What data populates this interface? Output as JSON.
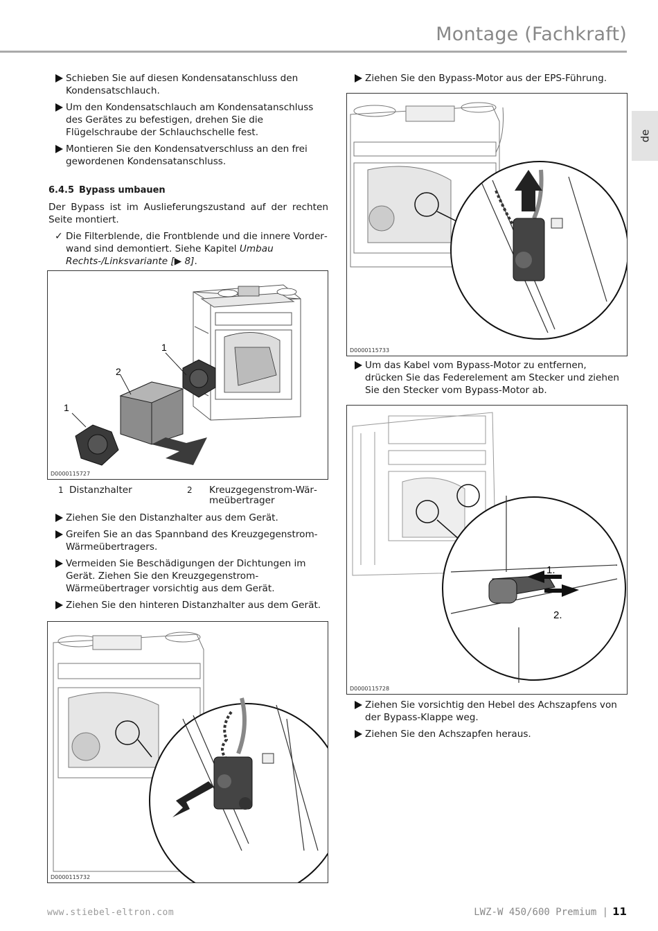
{
  "header": {
    "title": "Montage (Fachkraft)",
    "lang_tab": "de"
  },
  "left": {
    "steps_top": [
      "Schieben Sie auf diesen Kondensatanschluss den Konden­satschlauch.",
      "Um den Kondensatschlauch am Kondensatanschluss des Gerätes zu befestigen, drehen Sie die Flügelschraube der Schlauchschelle fest.",
      "Montieren Sie den Kondensatverschluss an den frei gewor­denen Kondensatanschluss."
    ],
    "section_number": "6.4.5",
    "section_title": "Bypass umbauen",
    "intro": "Der Bypass ist im Auslieferungszustand auf der rechten Seite montiert.",
    "check_text": "Die Filterblende, die Frontblende und die innere Vorder­wand sind demontiert. Siehe Kapitel ",
    "check_link": "Umbau Rechts-/Links­variante [",
    "check_page": " 8]",
    "check_end": ".",
    "figure1": {
      "id": "D0000115727",
      "callouts": [
        "1",
        "2",
        "1"
      ]
    },
    "legend": [
      {
        "num": "1",
        "label": "Distanzhalter"
      },
      {
        "num": "2",
        "label": "Kreuzgegenstrom-Wär­meübertrager"
      }
    ],
    "steps_mid": [
      "Ziehen Sie den Distanzhalter aus dem Gerät.",
      "Greifen Sie an das Spannband des Kreuzgegenstrom-Wär­meübertragers.",
      "Vermeiden Sie Beschädigungen der Dichtungen im Gerät. Ziehen Sie den Kreuzgegenstrom-Wärmeübertrager vor­sichtig aus dem Gerät.",
      "Ziehen Sie den hinteren Distanzhalter aus dem Gerät."
    ],
    "figure2": {
      "id": "D0000115732"
    }
  },
  "right": {
    "step1": "Ziehen Sie den Bypass-Motor aus der EPS-Führung.",
    "figure3": {
      "id": "D0000115733"
    },
    "step2": "Um das Kabel vom Bypass-Motor zu entfernen, drücken Sie das Federelement am Stecker und ziehen Sie den Stecker vom Bypass-Motor ab.",
    "figure4": {
      "id": "D0000115728",
      "callouts": [
        "1.",
        "2."
      ]
    },
    "steps_bottom": [
      "Ziehen Sie vorsichtig den Hebel des Achszapfens von der Bypass-Klappe weg.",
      "Ziehen Sie den Achszapfen heraus."
    ]
  },
  "footer": {
    "url": "www.stiebel-eltron.com",
    "product": "LWZ-W 450/600 Premium  |",
    "page": "11"
  }
}
